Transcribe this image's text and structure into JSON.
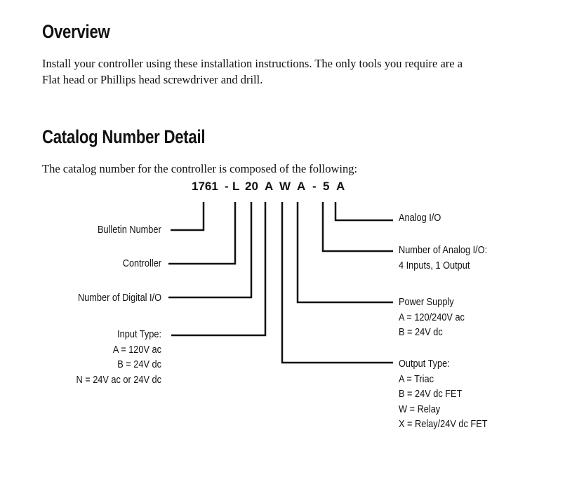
{
  "overview": {
    "title": "Overview",
    "text1": "Install your controller using these installation instructions.  The only tools you require are a",
    "text2": "Flat head or Phillips head screwdriver and drill."
  },
  "catalog": {
    "title": "Catalog Number Detail",
    "intro": "The catalog number for the controller is composed of the following:",
    "code": [
      "1761",
      "-",
      "L",
      "20",
      "A",
      "W",
      "A",
      "-",
      "5",
      "A"
    ],
    "left_labels": {
      "bulletin": "Bulletin Number",
      "controller": "Controller",
      "digital": "Number of Digital I/O",
      "input_title": "Input Type:",
      "input_a": "A = 120V ac",
      "input_b": "B = 24V dc",
      "input_n": "N = 24V ac or 24V dc"
    },
    "right_labels": {
      "analog": "Analog I/O",
      "num_analog": "Number of Analog I/O:",
      "num_analog_val": "4 Inputs, 1 Output",
      "power_title": "Power Supply",
      "power_a": "A = 120/240V ac",
      "power_b": "B = 24V dc",
      "output_title": "Output Type:",
      "output_a": "A = Triac",
      "output_b": "B = 24V dc FET",
      "output_w": "W = Relay",
      "output_x": "X = Relay/24V dc FET"
    }
  }
}
